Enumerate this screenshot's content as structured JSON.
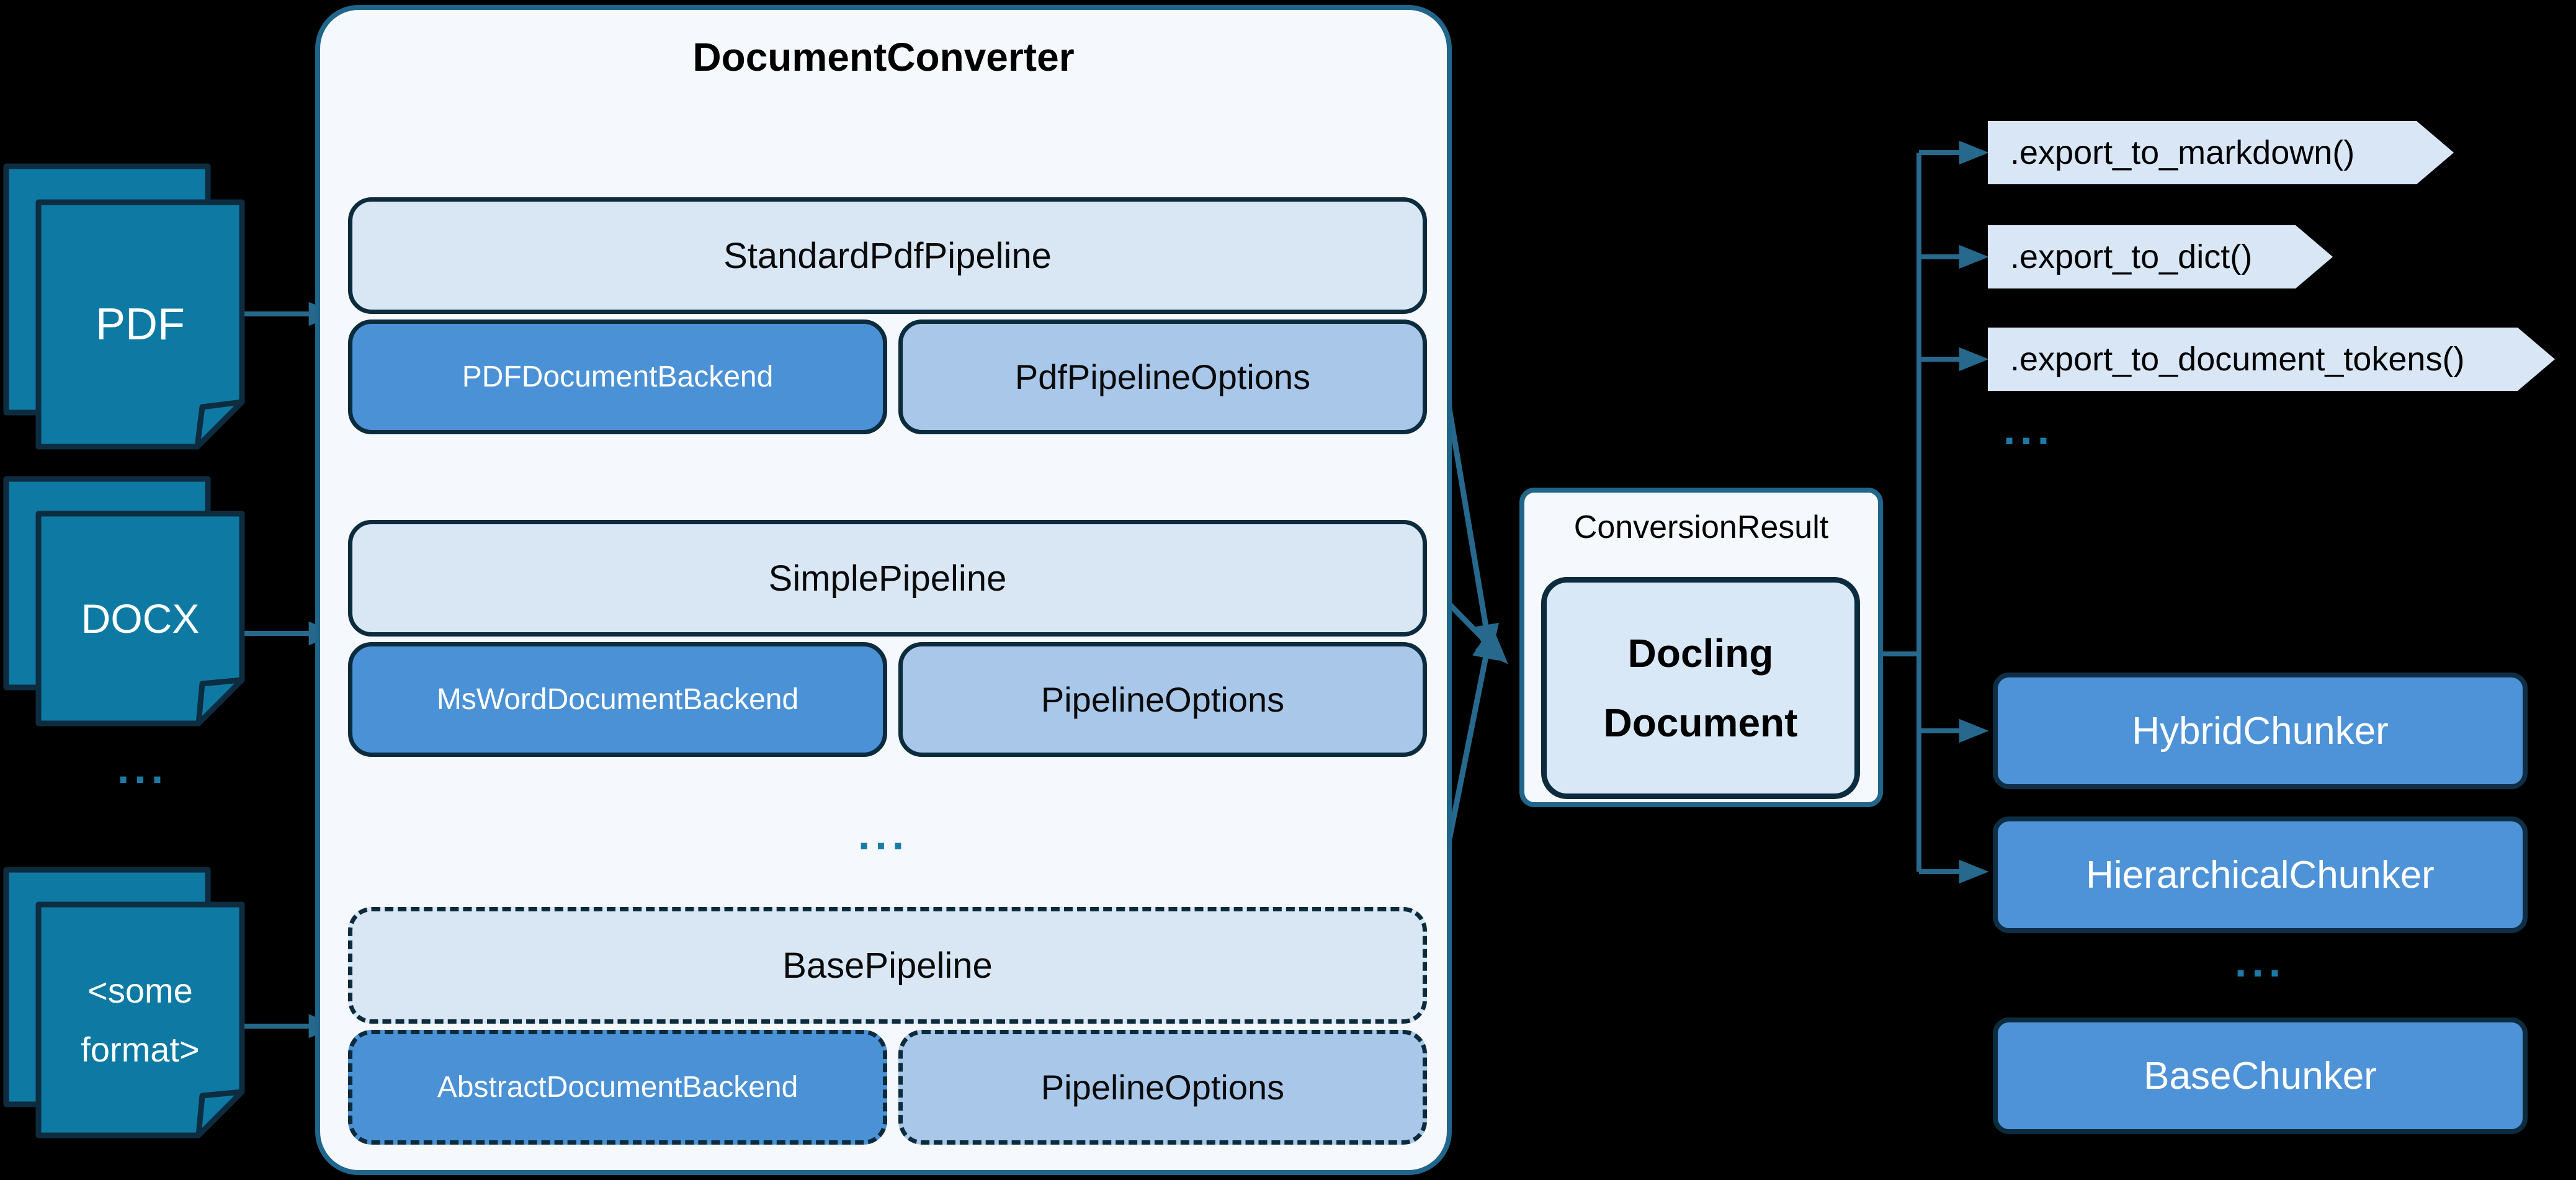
{
  "colors": {
    "background": "#000000",
    "icon_fill": "#0e7aa3",
    "icon_border": "#0d2c3f",
    "panel_fill": "#f5f8fd",
    "panel_border": "#20658a",
    "pipeline_fill": "#d9e7f5",
    "backend_fill": "#4b91d6",
    "options_fill": "#a8c7e9",
    "box_border": "#0c2b3d",
    "docling_fill": "#d9e8f7",
    "flag_fill": "#d9e6f5",
    "chunker_fill": "#4e93d8",
    "arrow": "#26698c",
    "ellipsis_dots": "#1a7ba6"
  },
  "inputs": {
    "pdf_label": "PDF",
    "docx_label": "DOCX",
    "ellipsis": "...",
    "other_line1": "<some",
    "other_line2": "format>"
  },
  "converter": {
    "title": "DocumentConverter",
    "rows": [
      {
        "pipeline": "StandardPdfPipeline",
        "backend": "PDFDocumentBackend",
        "options": "PdfPipelineOptions"
      },
      {
        "pipeline": "SimplePipeline",
        "backend": "MsWordDocumentBackend",
        "options": "PipelineOptions"
      },
      {
        "pipeline": "BasePipeline",
        "backend": "AbstractDocumentBackend",
        "options": "PipelineOptions"
      }
    ],
    "ellipsis": "..."
  },
  "result": {
    "label": "ConversionResult",
    "document_line1": "Docling",
    "document_line2": "Document"
  },
  "exports": {
    "items": [
      ".export_to_markdown()",
      ".export_to_dict()",
      ".export_to_document_tokens()"
    ],
    "ellipsis": "..."
  },
  "chunkers": {
    "items": [
      "HybridChunker",
      "HierarchicalChunker"
    ],
    "ellipsis": "...",
    "base": "BaseChunker"
  }
}
